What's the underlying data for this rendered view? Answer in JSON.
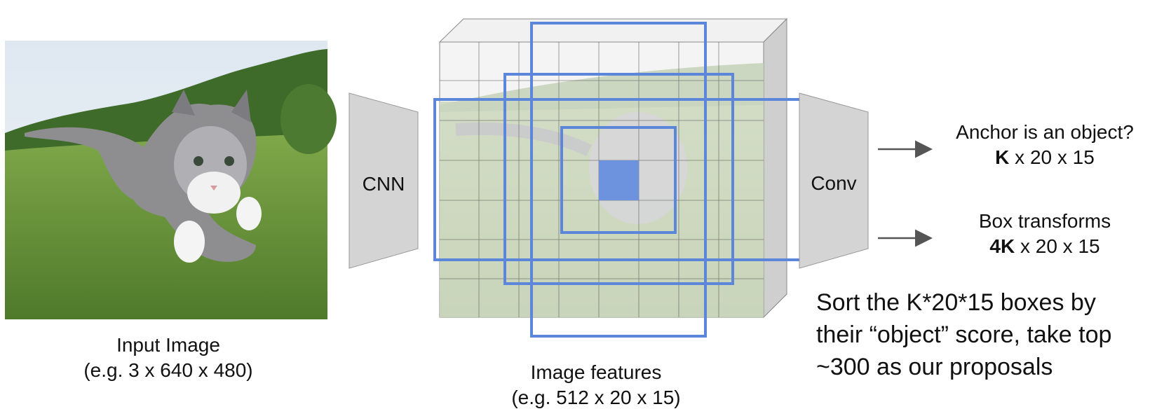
{
  "input_image": {
    "caption_line1": "Input Image",
    "caption_line2": "(e.g. 3 x 640 x 480)",
    "photo": "kitten-on-grass-photo"
  },
  "cnn": {
    "label": "CNN"
  },
  "features": {
    "caption_line1": "Image features",
    "caption_line2": "(e.g. 512 x 20 x 15)"
  },
  "conv": {
    "label": "Conv"
  },
  "outputs": [
    {
      "title": "Anchor is an object?",
      "bold": "K",
      "rest": " x 20 x 15"
    },
    {
      "title": "Box transforms",
      "bold": "4K",
      "rest": " x 20 x 15"
    }
  ],
  "note": {
    "line1": "Sort the K*20*15 boxes by",
    "line2": "their “object” score, take top",
    "line3": "~300 as our proposals"
  },
  "colors": {
    "anchor_box": "#5b86d9",
    "center_cell": "#6d93de",
    "funnel": "#d4d4d4",
    "grid_line": "#555555",
    "arrow": "#555555"
  }
}
